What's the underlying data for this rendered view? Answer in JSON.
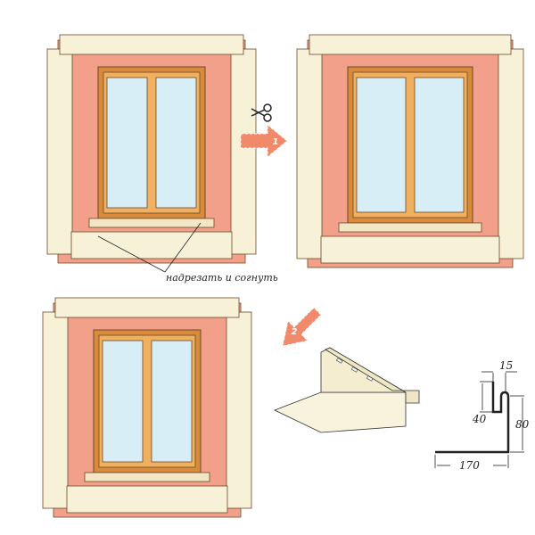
{
  "annotation": "надрезать и согнуть",
  "steps": [
    "1",
    "2"
  ],
  "dimensions": {
    "top_width": "15",
    "lip_height": "40",
    "height": "80",
    "base_width": "170"
  },
  "colors": {
    "wall": "#f2a08a",
    "trim": "#f7f1d8",
    "frame": "#d98a3a",
    "glass": "#d8eef7",
    "arrow": "#f08a6a"
  },
  "icons": [
    "scissors-icon",
    "arrow-right-icon",
    "arrow-down-left-icon"
  ]
}
